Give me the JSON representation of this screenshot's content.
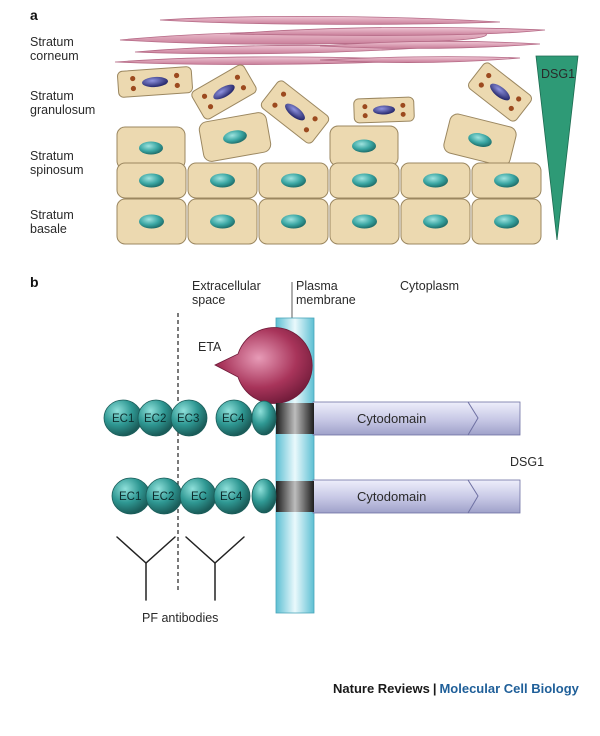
{
  "panel_a": {
    "label": "a",
    "layers": {
      "corneum": [
        "Stratum",
        "corneum"
      ],
      "granulosum": [
        "Stratum",
        "granulosum"
      ],
      "spinosum": [
        "Stratum",
        "spinosum"
      ],
      "basale": [
        "Stratum",
        "basale"
      ]
    },
    "gradient_label": "DSG1"
  },
  "panel_b": {
    "label": "b",
    "extracellular": [
      "Extracellular",
      "space"
    ],
    "plasma": [
      "Plasma",
      "membrane"
    ],
    "cytoplasm": "Cytoplasm",
    "eta": "ETA",
    "row1_domains": [
      "EC1",
      "EC2",
      "EC3",
      "EC4"
    ],
    "row2_domains": [
      "EC1",
      "EC2",
      "EC",
      "EC4"
    ],
    "cytodomain": "Cytodomain",
    "dsg1": "DSG1",
    "antibodies": "PF antibodies"
  },
  "footer": {
    "journal": "Nature Reviews",
    "separator": "|",
    "subtitle": "Molecular Cell Biology"
  },
  "colors": {
    "cell_fill": "#ecd9b0",
    "nucleus": "#3aa6a3",
    "granular_nucleus": "#3a3d8f",
    "granule": "#9c4a1f",
    "corneum": "#d9a0b5",
    "membrane": "#7ccfe0",
    "ec_domain": "#2f9893",
    "cytodomain": "#c8c9e6",
    "eta": "#a8345a",
    "gradient": "#2e9a76"
  }
}
